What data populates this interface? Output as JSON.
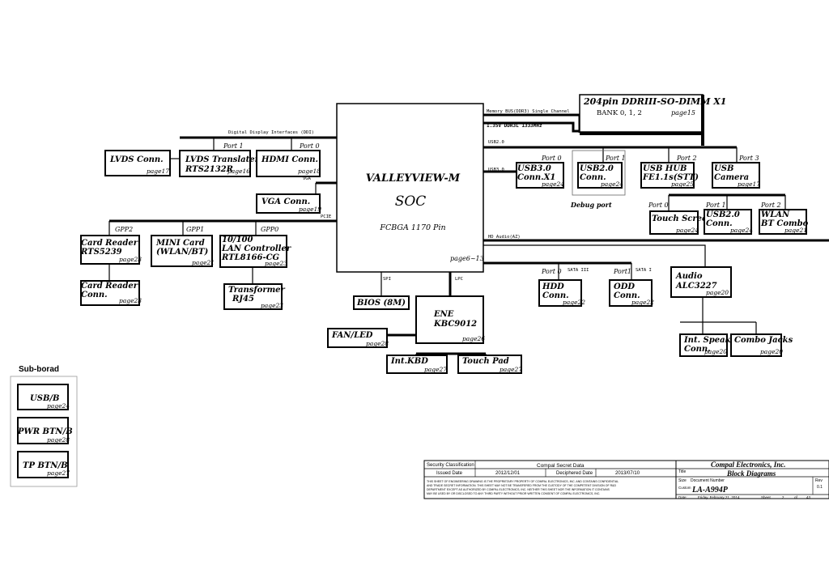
{
  "soc": {
    "name": "VALLEYVIEW-M",
    "type": "SOC",
    "package": "FCBGA 1170 Pin",
    "page": "page6~13"
  },
  "memory": {
    "title": "204pin DDRIII-SO-DIMM X1",
    "bank": "BANK 0, 1, 2",
    "page": "page15",
    "bus_label": "Memory BUS(DDR3) Single Channel",
    "voltage_label": "1.35V DDR3L 1333MHz"
  },
  "bus_labels": {
    "ddi": "Digital Display Interfaces (DDI)",
    "vga": "VGA",
    "pcie": "PCIE",
    "usb20": "USB2.0",
    "usb30": "USB3.0",
    "hd_audio": "HD Audio(AZ)",
    "spi": "SPI",
    "lpc": "LPC",
    "sata3": "SATA III",
    "sata1": "SATA I"
  },
  "ports": {
    "lvds_port1": "Port 1",
    "hdmi_port0": "Port 0",
    "usb30_port0": "Port 0",
    "usb20_port1": "Port 1",
    "hub_port2": "Port 2",
    "camera_port3": "Port 3",
    "touch_port0": "Port 0",
    "usb20b_port1": "Port 1",
    "wlan_port2": "Port 2",
    "hdd_port0": "Port 0",
    "odd_port1": "Port1",
    "gpp2": "GPP2",
    "gpp1": "GPP1",
    "gpp0": "GPP0"
  },
  "blocks": {
    "lvds_conn": {
      "line1": "LVDS Conn.",
      "page": "page17"
    },
    "lvds_translater": {
      "line1": "LVDS Translater",
      "line2": "RTS2132R",
      "page": "page16"
    },
    "hdmi_conn": {
      "line1": "HDMI Conn.",
      "page": "page18"
    },
    "vga_conn": {
      "line1": "VGA Conn.",
      "page": "page19"
    },
    "card_reader": {
      "line1": "Card Reader",
      "line2": "RTS5239",
      "page": "page23"
    },
    "card_reader_conn": {
      "line1": "Card Reader",
      "line2": "Conn.",
      "page": "page23"
    },
    "mini_card": {
      "line1": "MINI Card",
      "line2": "(WLAN/BT)",
      "page": "page21"
    },
    "lan_controller": {
      "line1": "10/100",
      "line2": "LAN Controller",
      "line3": "RTL8166-CG",
      "page": "page23"
    },
    "transformer": {
      "line1": "Transformer",
      "line2": "RJ45",
      "page": "page23"
    },
    "usb30_conn": {
      "line1": "USB3.0",
      "line2": "Conn.X1",
      "page": "page24"
    },
    "usb20_conn": {
      "line1": "USB2.0",
      "line2": "Conn.",
      "page": "page24"
    },
    "debug_port": {
      "label": "Debug port"
    },
    "usb_hub": {
      "line1": "USB HUB",
      "line2": "FE1.1s(STT)",
      "page": "page25"
    },
    "usb_camera": {
      "line1": "USB",
      "line2": "Camera",
      "page": "page17"
    },
    "touch_screen": {
      "line1": "Touch Screen",
      "page": "page24"
    },
    "usb20_conn2": {
      "line1": "USB2.0",
      "line2": "Conn.",
      "page": "page24"
    },
    "wlan_bt": {
      "line1": "WLAN",
      "line2": "BT Combo",
      "page": "page21"
    },
    "hdd_conn": {
      "line1": "HDD",
      "line2": "Conn.",
      "page": "page22"
    },
    "odd_conn": {
      "line1": "ODD",
      "line2": "Conn.",
      "page": "page22"
    },
    "audio": {
      "line1": "Audio",
      "line2": "ALC3227",
      "page": "page20"
    },
    "int_speaker": {
      "line1": "Int. Speaker",
      "line2": "Conn.",
      "page": "page20"
    },
    "combo_jacks": {
      "line1": "Combo Jacks",
      "page": "page20"
    },
    "bios": {
      "line1": "BIOS (8M)"
    },
    "ene_kbc": {
      "line1": "ENE",
      "line2": "KBC9012",
      "page": "page26"
    },
    "fan_led": {
      "line1": "FAN/LED",
      "page": "page28"
    },
    "int_kbd": {
      "line1": "Int.KBD",
      "page": "page27"
    },
    "touch_pad": {
      "line1": "Touch Pad",
      "page": "page27"
    }
  },
  "subboard": {
    "title": "Sub-borad",
    "usb_b": {
      "line1": "USB/B",
      "page": "page24"
    },
    "pwr_btn": {
      "line1": "PWR BTN/B",
      "page": "page28"
    },
    "tp_btn": {
      "line1": "TP BTN/B",
      "page": "page27"
    }
  },
  "title_block": {
    "security_label": "Security Classification",
    "security_value": "Compal Secret Data",
    "issued_label": "Issued Date",
    "issued_value": "2012/12/01",
    "deciphered_label": "Deciphered Date",
    "deciphered_value": "2013/07/10",
    "disclaimer1": "THIS SHEET OF ENGINEERING DRAWING IS THE PROPRIETARY PROPERTY OF COMPAL ELECTRONICS, INC. AND CONTAINS CONFIDENTIAL",
    "disclaimer2": "AND TRADE SECRET INFORMATION. THIS SHEET MAY NOT BE TRANSFERED FROM THE CUSTODY OF THE COMPETENT DIVISION OF R&D",
    "disclaimer3": "DEPARTMENT EXCEPT AS AUTHORIZED BY COMPAL ELECTRONICS, INC. NEITHER THIS SHEET NOR THE INFORMATION IT CONTAINS",
    "disclaimer4": "MAY BE USED BY OR DISCLOSED TO ANY THIRD PARTY WITHOUT PRIOR WRITTEN CONSENT OF COMPAL ELECTRONICS, INC.",
    "company": "Compal Electronics, Inc.",
    "title_label": "Title",
    "title_value": "Block Diagrams",
    "size_label": "Size",
    "docnum_label": "Document Number",
    "custom_label": "Custom",
    "docnum_value": "LA-A994P",
    "rev_label": "Rev",
    "rev_value": "0.1",
    "date_label": "Date:",
    "date_value": "Friday, February 21, 2014",
    "sheet_label": "Sheet",
    "sheet_value": "2",
    "of_label": "of",
    "of_value": "43"
  }
}
